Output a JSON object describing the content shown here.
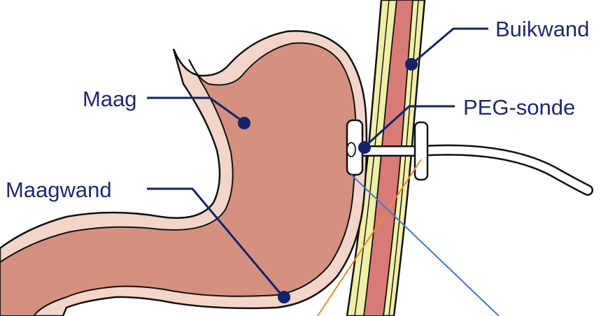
{
  "labels": {
    "maag": "Maag",
    "maagwand": "Maagwand",
    "buikwand": "Buikwand",
    "peg_sonde": "PEG-sonde"
  },
  "colors": {
    "label_text": "#1f2a6b",
    "leader_line": "#12236b",
    "stomach_fill": "#d4917f",
    "stomach_wall": "#f3d6c9",
    "outline": "#111111",
    "abdominal_fat": "#f0efa6",
    "abdominal_muscle": "#d97b78",
    "tube": "#ffffff",
    "annotation_orange": "#ef8a2e",
    "annotation_blue": "#3f78c8"
  }
}
